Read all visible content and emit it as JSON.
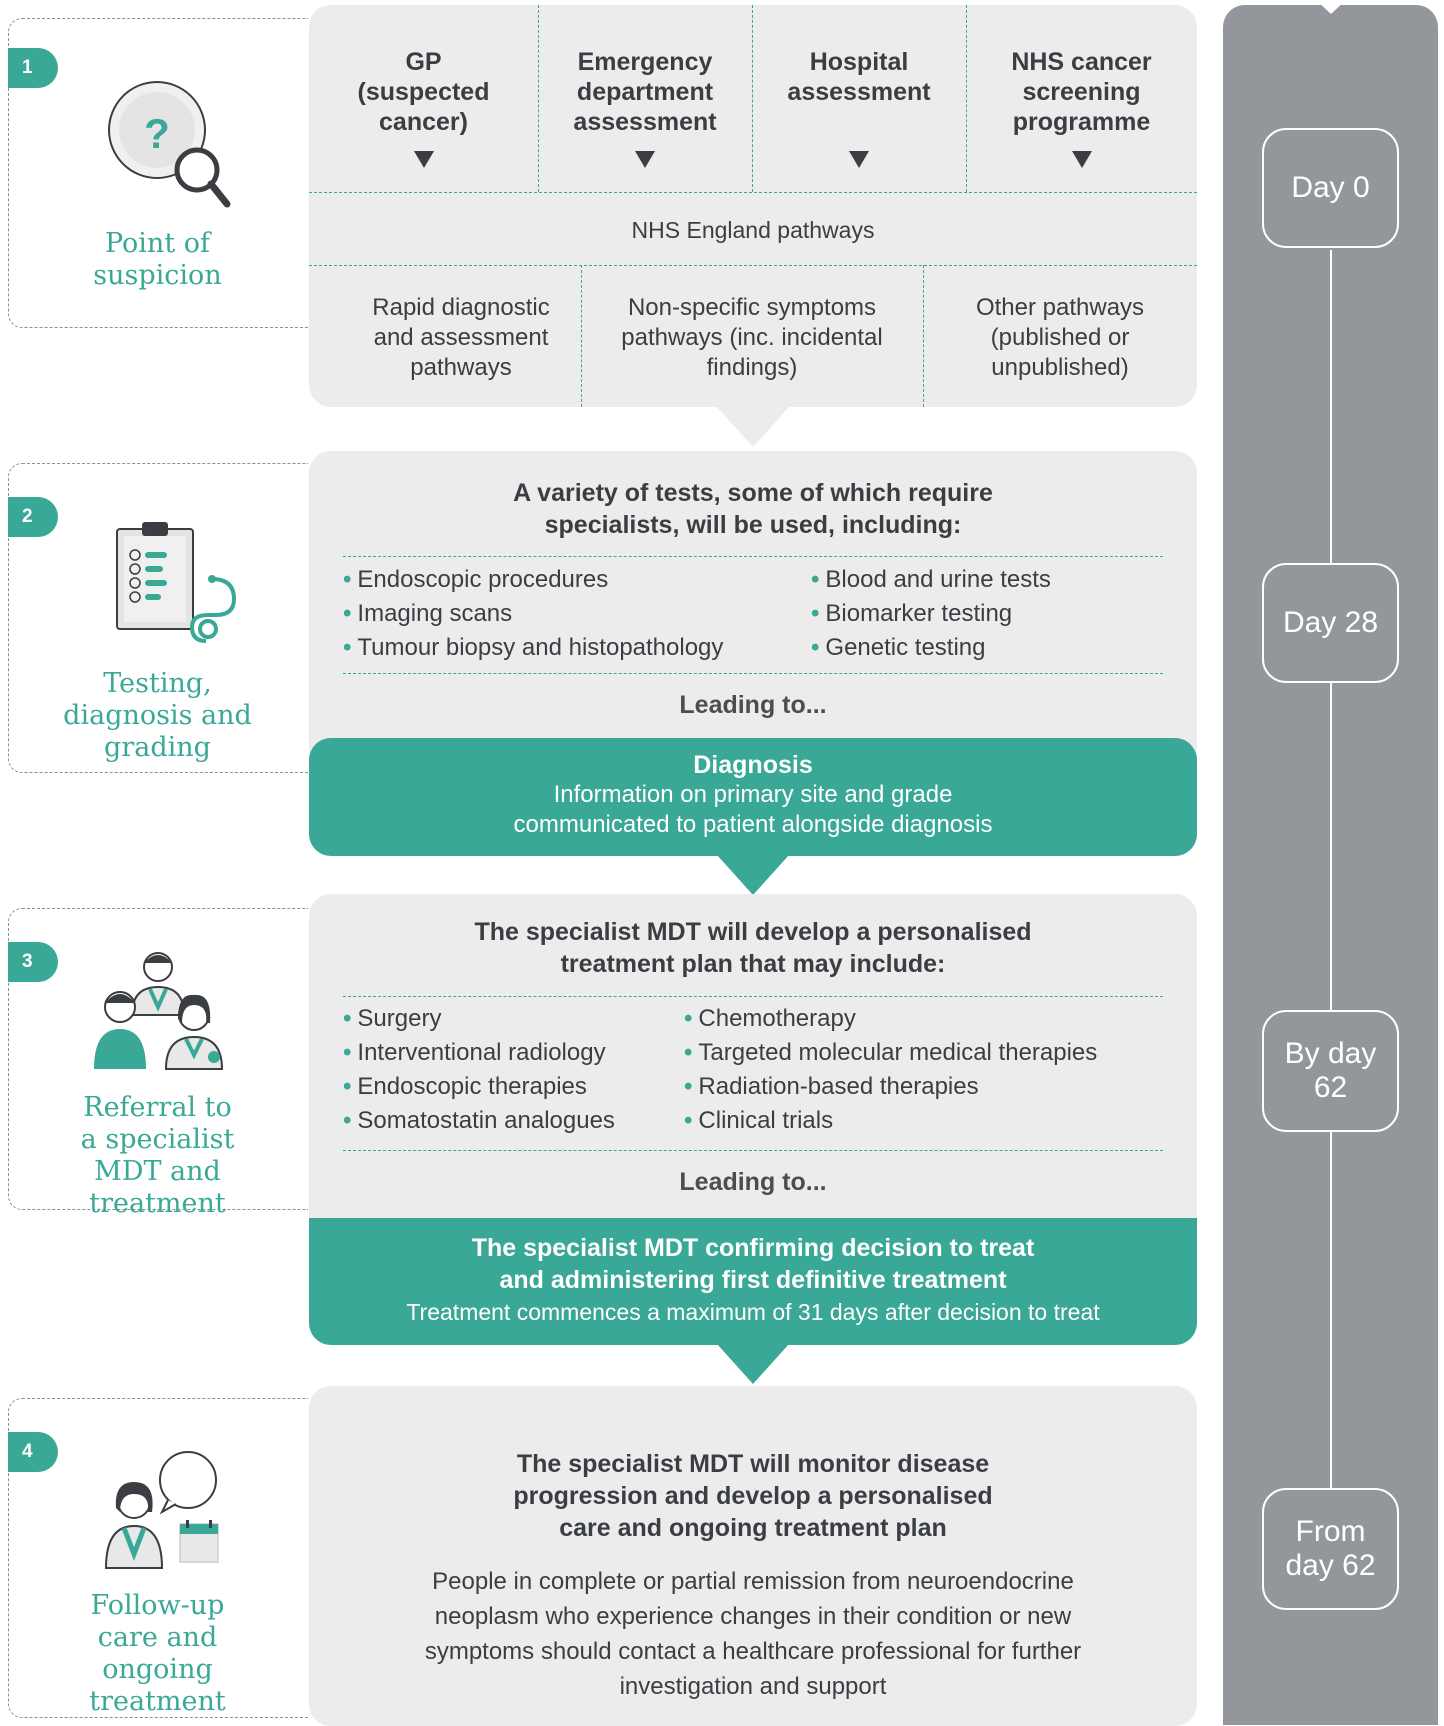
{
  "stages": [
    {
      "number": "1",
      "label": "Point of suspicion",
      "icon": "magnifier-question-icon"
    },
    {
      "number": "2",
      "label": "Testing, diagnosis and grading",
      "icon": "clipboard-stethoscope-icon"
    },
    {
      "number": "3",
      "label": "Referral to a specialist MDT and treatment",
      "icon": "medical-team-icon"
    },
    {
      "number": "4",
      "label": "Follow-up care and ongoing treatment",
      "icon": "doctor-chat-calendar-icon"
    }
  ],
  "suspicion": {
    "sources": [
      "GP (suspected cancer)",
      "Emergency department assessment",
      "Hospital assessment",
      "NHS cancer screening programme"
    ],
    "pathways_title": "NHS England pathways",
    "pathways": [
      "Rapid diagnostic and assessment pathways",
      "Non-specific symptoms pathways (inc. incidental findings)",
      "Other pathways (published or unpublished)"
    ]
  },
  "testing": {
    "heading": "A variety of tests, some of which require specialists, will be used, including:",
    "left": [
      "Endoscopic procedures",
      "Imaging scans",
      "Tumour biopsy and histopathology"
    ],
    "right": [
      "Blood and urine tests",
      "Biomarker testing",
      "Genetic testing"
    ],
    "leading": "Leading to...",
    "outcome_title": "Diagnosis",
    "outcome_text": "Information on primary site and grade communicated to patient alongside diagnosis"
  },
  "treatment": {
    "heading": "The specialist MDT will develop a personalised treatment plan that may include:",
    "left": [
      "Surgery",
      "Interventional radiology",
      "Endoscopic therapies",
      "Somatostatin analogues"
    ],
    "right": [
      "Chemotherapy",
      "Targeted molecular medical therapies",
      "Radiation-based therapies",
      "Clinical trials"
    ],
    "leading": "Leading to...",
    "outcome_title": "The specialist MDT confirming decision to treat and administering first definitive treatment",
    "outcome_text": "Treatment commences a maximum of 31 days after decision to treat"
  },
  "followup": {
    "heading": "The specialist MDT will monitor disease progression and develop a personalised care and ongoing treatment plan",
    "text": "People in complete or partial remission from neuroendocrine neoplasm who experience changes in their condition or new symptoms should contact a healthcare professional for further investigation and support"
  },
  "timeline": [
    "Day 0",
    "Day 28",
    "By day 62",
    "From day 62"
  ],
  "colors": {
    "accent": "#3aa896",
    "panel": "#ececed",
    "timeline": "#93979c",
    "text": "#3a3e42"
  }
}
